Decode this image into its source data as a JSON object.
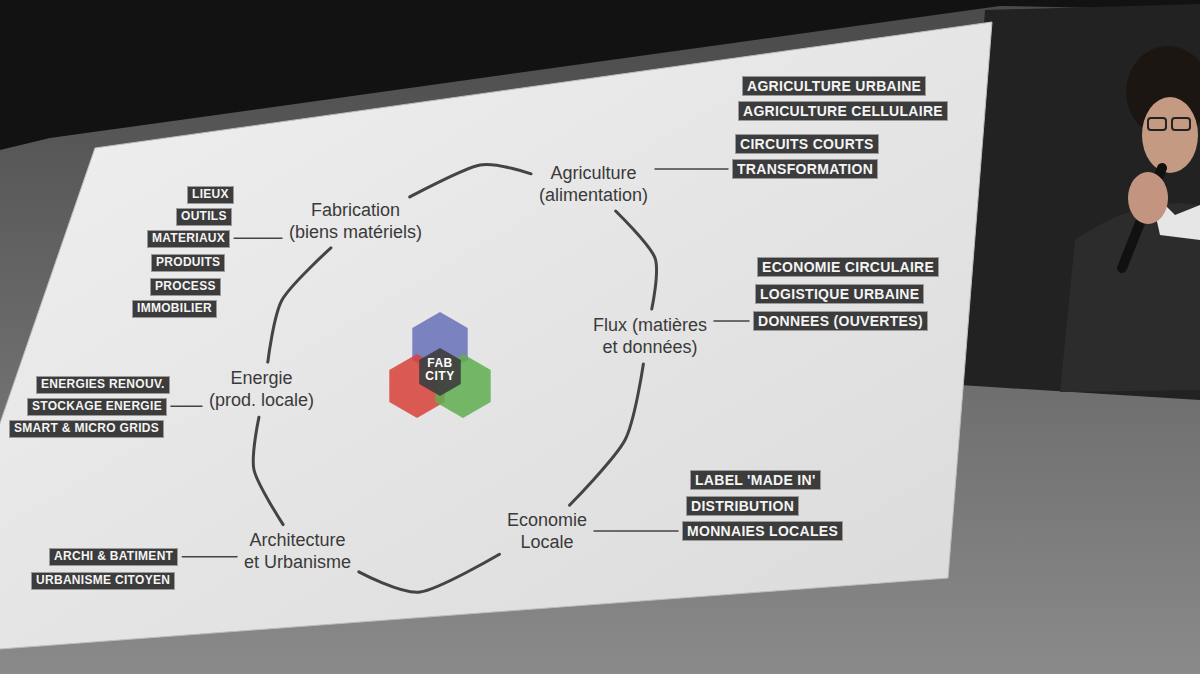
{
  "diagram": {
    "nodes": [
      {
        "text": [
          "Fabrication (biens matériels)"
        ]
      },
      {
        "text": [
          "LIEUX"
        ]
      },
      {
        "text": [
          "OUTILS"
        ]
      },
      {
        "text": [
          "MATERIAUX"
        ]
      },
      {
        "text": [
          "PRODUITS"
        ]
      },
      {
        "text": [
          "PROCESS"
        ]
      },
      {
        "text": [
          "IMMOBILIER"
        ]
      },
      {
        "text": [
          "Agriculture (alimentation)"
        ]
      },
      {
        "text": [
          "AGRICULTURE URBAINE"
        ]
      },
      {
        "text": [
          "AGRICULTURE CELLULAIRE"
        ]
      },
      {
        "text": [
          "CIRCUITS COURTS"
        ]
      },
      {
        "text": [
          "TRANSFORMATION"
        ]
      },
      {
        "text": [
          "Flux (matières et données)"
        ]
      },
      {
        "text": [
          "ECONOMIE CIRCULAIRE"
        ]
      },
      {
        "text": [
          "LOGISTIQUE URBAINE"
        ]
      },
      {
        "text": [
          "DONNEES (OUVERTES)"
        ]
      },
      {
        "text": [
          "FAB CITY"
        ]
      },
      {
        "text": [
          "Energie (prod. locale)"
        ]
      },
      {
        "text": [
          "ENERGIES RENOUV."
        ]
      },
      {
        "text": [
          "STOCKAGE ENERGIE"
        ]
      },
      {
        "text": [
          "SMART & MICRO GRIDS"
        ]
      },
      {
        "text": [
          "Economie Locale"
        ]
      },
      {
        "text": [
          "LABEL 'MADE IN'"
        ]
      },
      {
        "text": [
          "DISTRIBUTION"
        ]
      },
      {
        "text": [
          "MONNAIES LOCALES"
        ]
      },
      {
        "text": [
          "Architecture et Urbanisme"
        ]
      },
      {
        "text": [
          "ARCHI & BATIMENT"
        ]
      },
      {
        "text": [
          "URBANISME CITOYEN"
        ]
      }
    ],
    "edges": [
      {
        "from": 0,
        "to": 7,
        "arrow": "none"
      },
      {
        "from": 7,
        "to": 12,
        "arrow": "none"
      },
      {
        "from": 12,
        "to": 21,
        "arrow": "none"
      },
      {
        "from": 21,
        "to": 25,
        "arrow": "none"
      },
      {
        "from": 25,
        "to": 17,
        "arrow": "none"
      },
      {
        "from": 17,
        "to": 0,
        "arrow": "none"
      },
      {
        "from": 0,
        "to": 3,
        "arrow": "none"
      },
      {
        "from": 7,
        "to": 11,
        "arrow": "none"
      },
      {
        "from": 12,
        "to": 15,
        "arrow": "none"
      },
      {
        "from": 17,
        "to": 19,
        "arrow": "none"
      },
      {
        "from": 21,
        "to": 24,
        "arrow": "none"
      },
      {
        "from": 25,
        "to": 26,
        "arrow": "none"
      }
    ]
  }
}
